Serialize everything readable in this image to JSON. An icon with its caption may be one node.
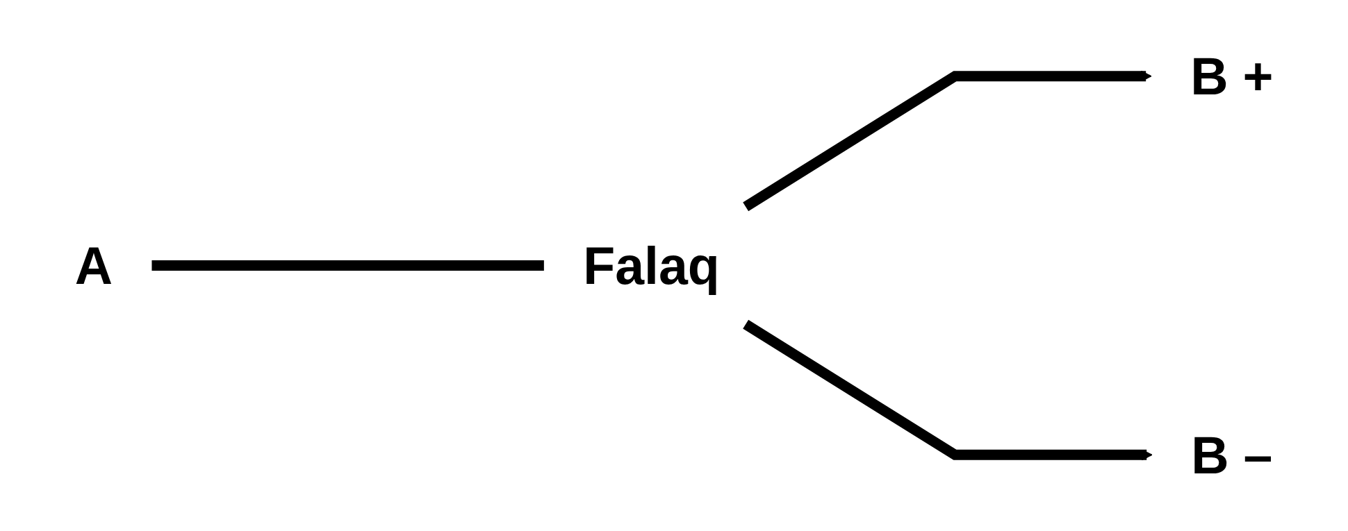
{
  "diagram": {
    "nodes": [
      {
        "text": [
          "A"
        ]
      },
      {
        "text": [
          "Falaq"
        ]
      },
      {
        "text": [
          "B +"
        ]
      },
      {
        "text": [
          "B –"
        ]
      }
    ],
    "edges": [
      {
        "from": 0,
        "to": 1,
        "arrow": "none"
      },
      {
        "from": 1,
        "to": 2,
        "arrow": "to"
      },
      {
        "from": 1,
        "to": 3,
        "arrow": "to"
      }
    ]
  }
}
